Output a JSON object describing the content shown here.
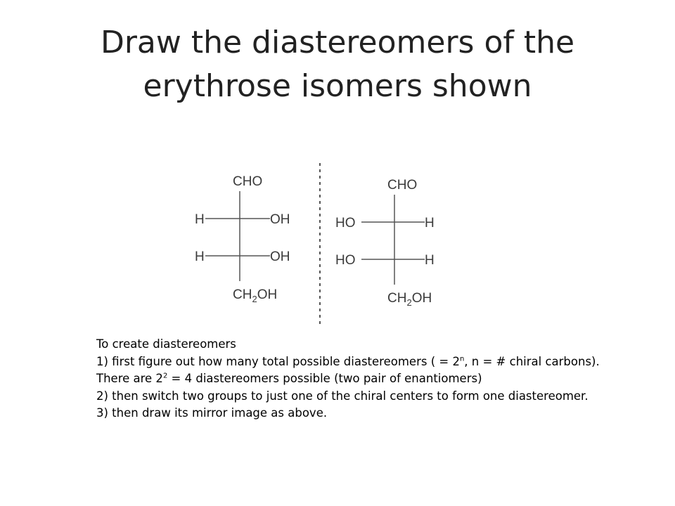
{
  "slide": {
    "title_line1": "Draw the diastereomers of the",
    "title_line2": "erythrose isomers shown"
  },
  "figure": {
    "left": {
      "top_group": "CHO",
      "row1_left": "H",
      "row1_right": "OH",
      "row2_left": "H",
      "row2_right": "OH",
      "bottom_group_prefix": "CH",
      "bottom_group_sub": "2",
      "bottom_group_suffix": "OH"
    },
    "right": {
      "top_group": "CHO",
      "row1_left": "HO",
      "row1_right": "H",
      "row2_left": "HO",
      "row2_right": "H",
      "bottom_group_prefix": "CH",
      "bottom_group_sub": "2",
      "bottom_group_suffix": "OH"
    },
    "line_color": "#555555"
  },
  "instructions": {
    "heading": "To create diastereomers",
    "step1_a": "1) first figure out how many total possible diastereomers ( = 2",
    "step1_sup1": "n",
    "step1_b": ", n = # chiral carbons).  There are 2",
    "step1_sup2": "2",
    "step1_c": " = 4 diastereomers possible (two pair of enantiomers)",
    "step2": "2) then switch two groups to just one of the chiral centers to form one diastereomer.",
    "step3": "3) then draw its mirror image as above."
  }
}
